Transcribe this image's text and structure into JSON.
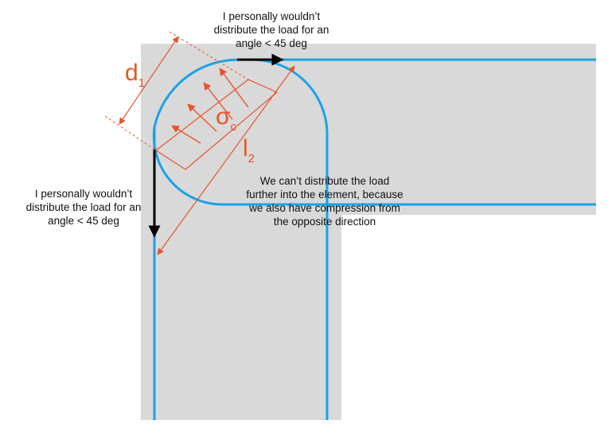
{
  "labels": {
    "d1_main": "d",
    "d1_sub": "1",
    "sigma_main": "σ",
    "sigma_sub": "c",
    "l2_main": "l",
    "l2_sub": "2"
  },
  "notes": {
    "top": [
      "I personally wouldn’t",
      "distribute the load for an",
      "angle < 45 deg"
    ],
    "left": [
      "I personally wouldn’t",
      "distribute the load for an",
      "angle < 45 deg"
    ],
    "middle": [
      "We can’t distribute the load",
      "further into the element, because",
      "we also have compression from",
      "the opposite direction"
    ]
  },
  "colors": {
    "concrete": "#d9d9d9",
    "rebar": "#1aa3e8",
    "annotation": "#e8542a",
    "direction_arrow": "#000000"
  }
}
